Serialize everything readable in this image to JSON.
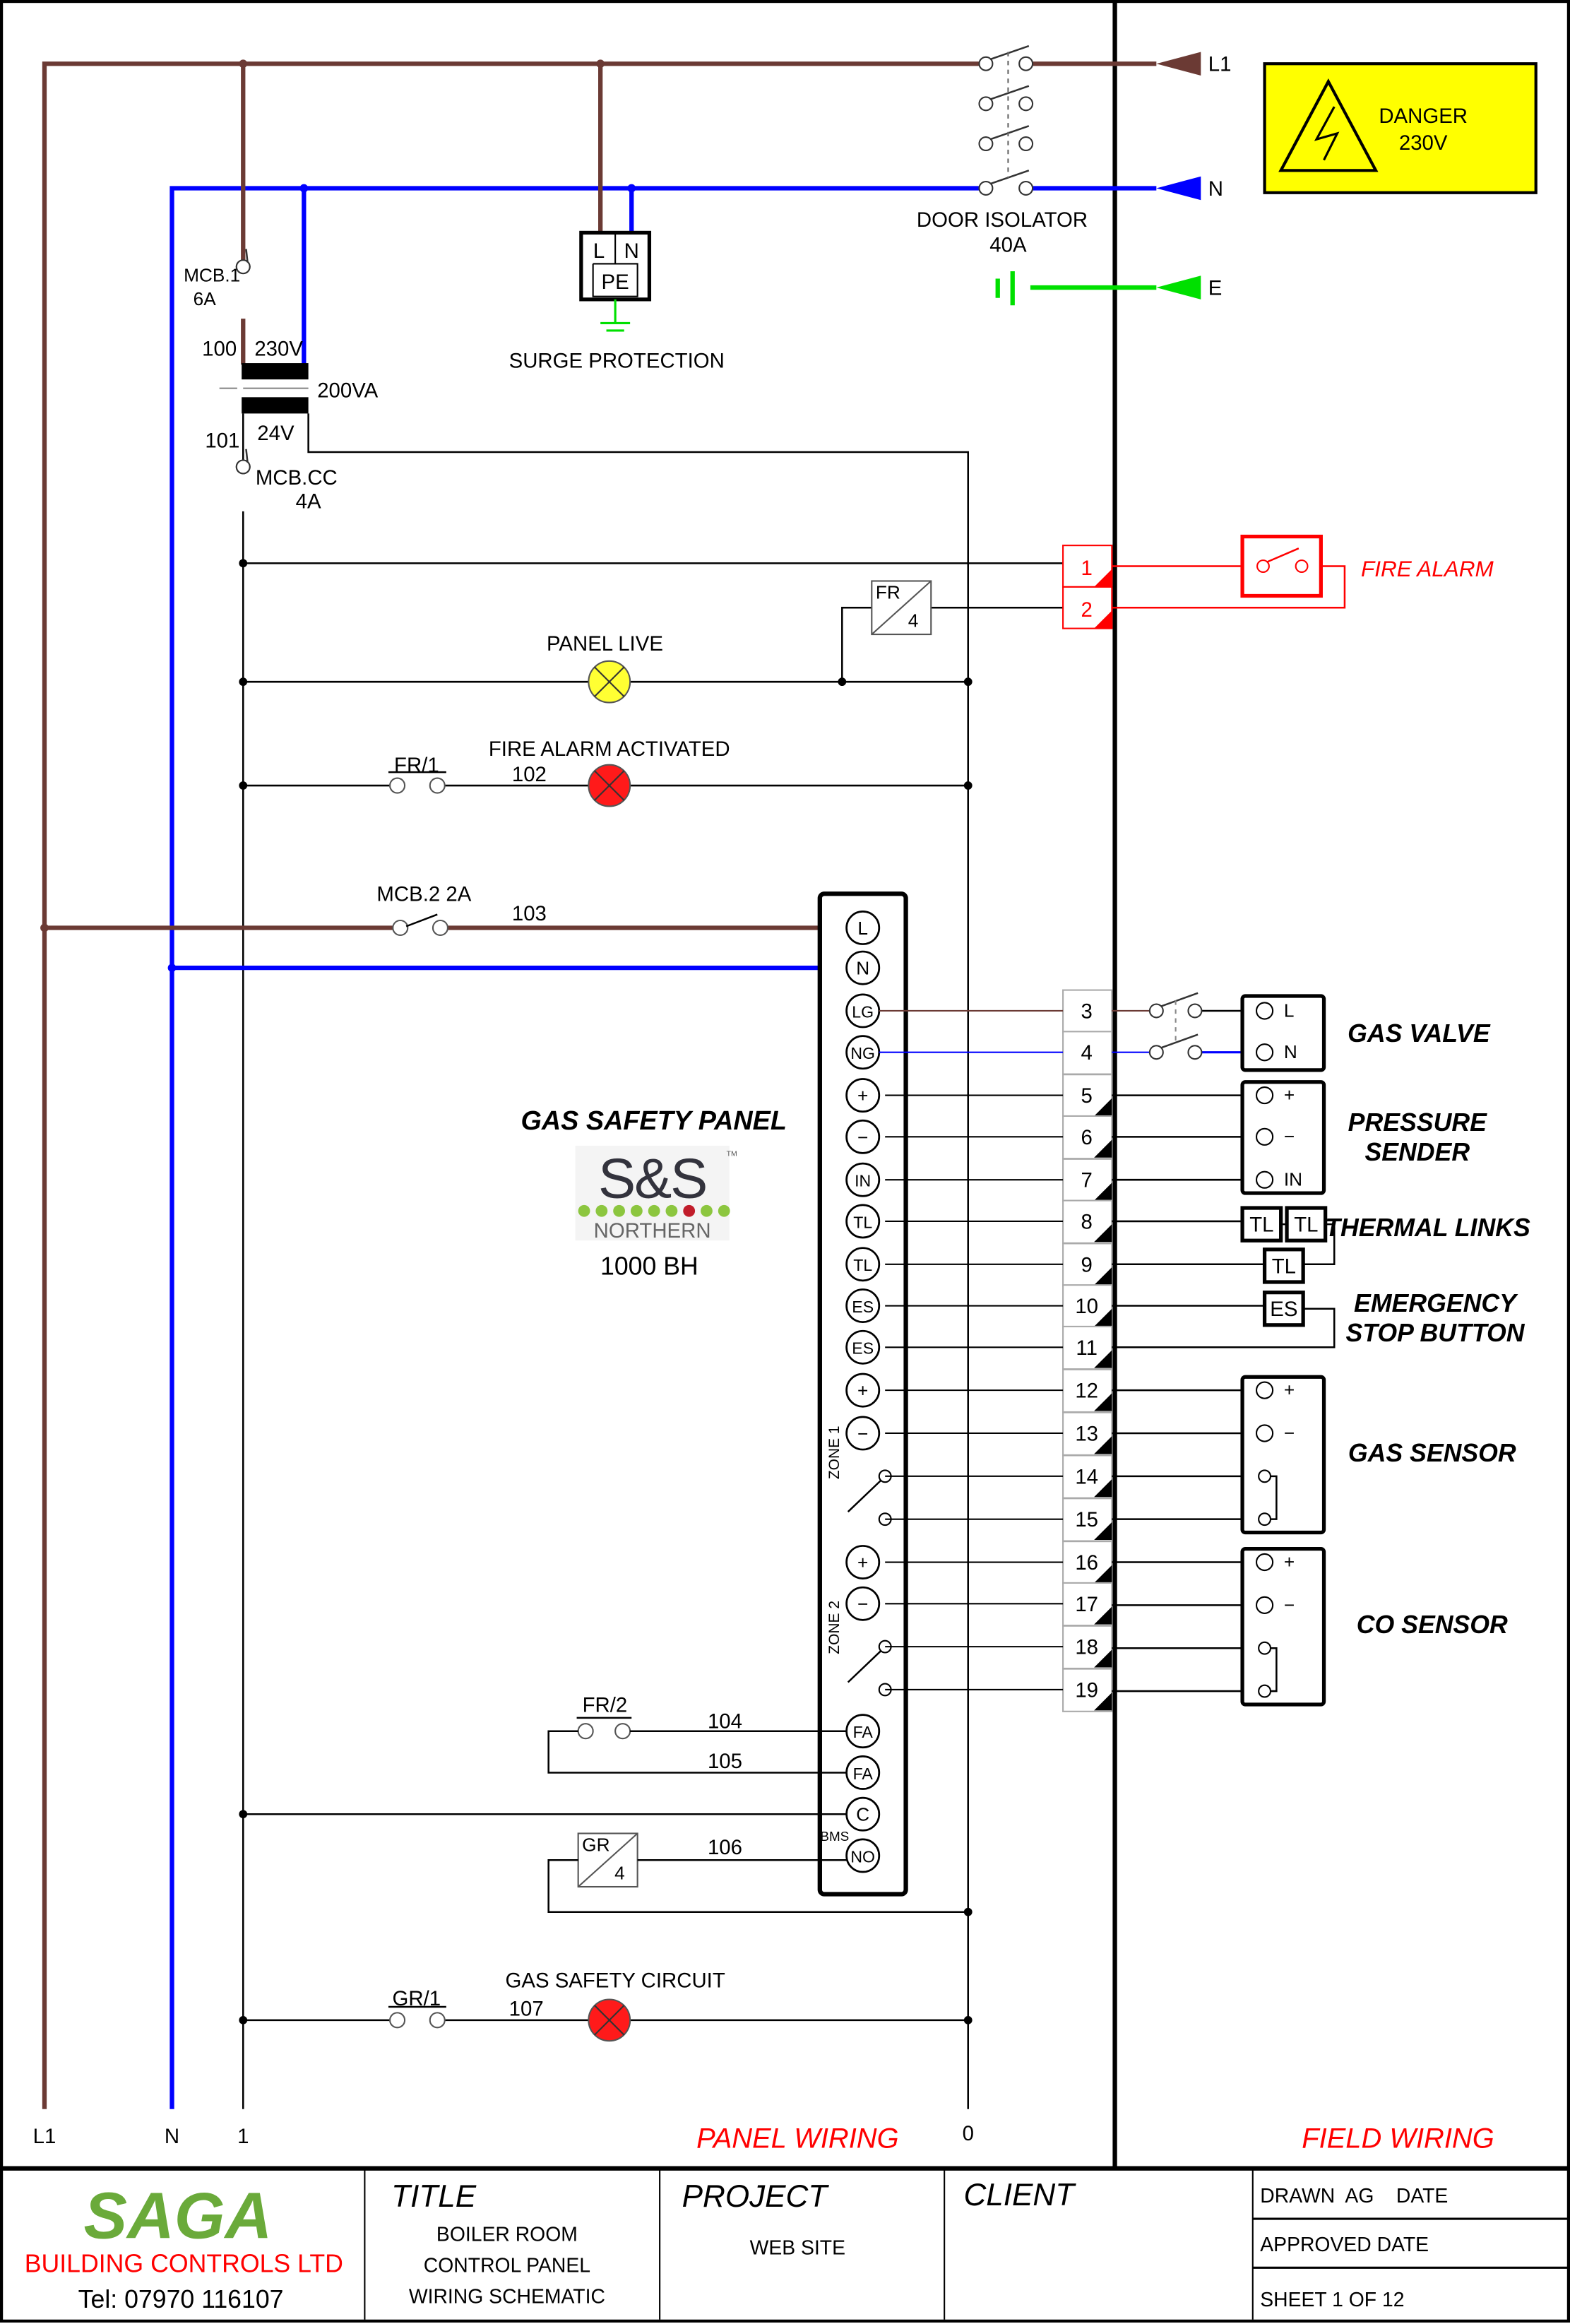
{
  "supply": {
    "l1": "L1",
    "n": "N",
    "e": "E"
  },
  "door_isolator": {
    "label": "DOOR ISOLATOR",
    "rating": "40A"
  },
  "danger": {
    "label": "DANGER",
    "voltage": "230V"
  },
  "mcb1": {
    "label": "MCB.1",
    "rating": "6A"
  },
  "transformer": {
    "primary_wire": "100",
    "primary_v": "230V",
    "rating": "200VA",
    "secondary_v": "24V",
    "secondary_wire": "101"
  },
  "mcbcc": {
    "label": "MCB.CC",
    "rating": "4A"
  },
  "surge": {
    "label": "SURGE PROTECTION",
    "l": "L",
    "n": "N",
    "pe": "PE"
  },
  "fire_relay": {
    "label": "FR",
    "number": "4"
  },
  "fire_terminals": [
    "1",
    "2"
  ],
  "fire_alarm": "FIRE ALARM",
  "panel_live": "PANEL LIVE",
  "fire_activated": {
    "label": "FIRE ALARM ACTIVATED",
    "contact": "FR/1",
    "wire": "102"
  },
  "mcb2": {
    "label": "MCB.2 2A",
    "wire": "103"
  },
  "panel": {
    "title": "GAS SAFETY PANEL",
    "brand": "S&S",
    "brand_tm": "TM",
    "brand_sub": "NORTHERN",
    "model": "1000 BH",
    "terminals": [
      "L",
      "N",
      "LG",
      "NG",
      "+",
      "−",
      "IN",
      "TL",
      "TL",
      "ES",
      "ES",
      "+",
      "−",
      "+",
      "−",
      "FA",
      "FA",
      "C",
      "NO"
    ],
    "zone1": "ZONE 1",
    "zone2": "ZONE 2",
    "bms": "BMS"
  },
  "field_terminals": [
    "3",
    "4",
    "5",
    "6",
    "7",
    "8",
    "9",
    "10",
    "11",
    "12",
    "13",
    "14",
    "15",
    "16",
    "17",
    "18",
    "19"
  ],
  "devices": {
    "gas_valve": {
      "label": "GAS VALVE",
      "terminals": [
        "L",
        "N"
      ]
    },
    "pressure_sender": {
      "line1": "PRESSURE",
      "line2": "SENDER",
      "terminals": [
        "+",
        "−",
        "IN"
      ]
    },
    "thermal_links": {
      "label": "THERMAL LINKS",
      "tl": "TL"
    },
    "emergency_stop": {
      "line1": "EMERGENCY",
      "line2": "STOP BUTTON",
      "es": "ES"
    },
    "gas_sensor": {
      "label": "GAS SENSOR",
      "terminals": [
        "+",
        "−"
      ]
    },
    "co_sensor": {
      "label": "CO SENSOR",
      "terminals": [
        "+",
        "−"
      ]
    }
  },
  "bms": {
    "contact": "FR/2",
    "wire_104": "104",
    "wire_105": "105",
    "wire_106": "106",
    "relay_label": "GR",
    "relay_number": "4"
  },
  "gas_safety_circuit": {
    "label": "GAS SAFETY CIRCUIT",
    "contact": "GR/1",
    "wire": "107"
  },
  "rails": {
    "l1": "L1",
    "n": "N",
    "one": "1",
    "zero": "0"
  },
  "sections": {
    "panel": "PANEL WIRING",
    "field": "FIELD WIRING"
  },
  "title_block": {
    "company": "SAGA",
    "company_sub": "BUILDING CONTROLS LTD",
    "tel": "Tel: 07970 116107",
    "title_heading": "TITLE",
    "title_lines": [
      "BOILER ROOM",
      "CONTROL PANEL",
      "WIRING SCHEMATIC"
    ],
    "project_heading": "PROJECT",
    "project": "WEB SITE",
    "client_heading": "CLIENT",
    "drawn": "DRAWN  AG    DATE",
    "approved": "APPROVED    DATE",
    "sheet": "SHEET 1 OF 12"
  },
  "colors": {
    "live": "#6b3a34",
    "neutral": "#0000ff",
    "earth": "#00e000",
    "fire": "#ff0000",
    "danger_bg": "#ffff00",
    "logo_green": "#6aaa3a"
  }
}
